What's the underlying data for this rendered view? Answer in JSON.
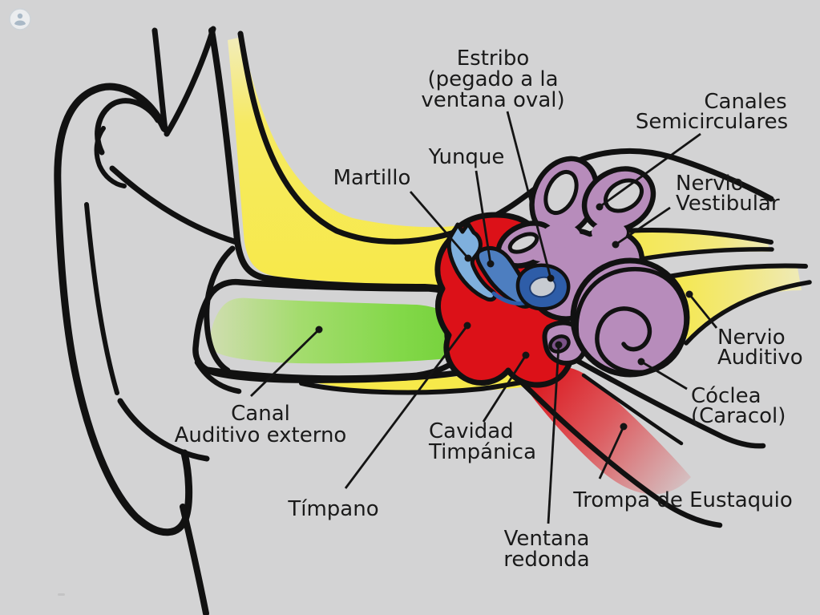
{
  "watermark": {
    "icon": "topdoctors-badge-icon"
  },
  "labels": {
    "estribo": {
      "line1": "Estribo",
      "line2": "(pegado a la",
      "line3": "ventana oval)"
    },
    "canales": {
      "line1": "Canales",
      "line2": "Semicirculares"
    },
    "yunque": {
      "line1": "Yunque"
    },
    "martillo": {
      "line1": "Martillo"
    },
    "nervio_vestibular": {
      "line1": "Nervio",
      "line2": "Vestibular"
    },
    "nervio_auditivo": {
      "line1": "Nervio",
      "line2": "Auditivo"
    },
    "coclea": {
      "line1": "Cóclea",
      "line2": "(Caracol)"
    },
    "canal_auditivo": {
      "line1": "Canal",
      "line2": "Auditivo externo"
    },
    "timpano": {
      "line1": "Tímpano"
    },
    "cavidad": {
      "line1": "Cavidad",
      "line2": "Timpánica"
    },
    "ventana_redonda": {
      "line1": "Ventana",
      "line2": "redonda"
    },
    "trompa": {
      "line1": "Trompa de Eustaquio"
    }
  },
  "colors": {
    "background": "#d3d3d4",
    "outline": "#111111",
    "bone_yellow": "#f7e94a",
    "bone_yellow_pale": "#f2ecba",
    "canal_green": "#7ed23f",
    "canal_green_pale": "#d0ddb0",
    "tympanum_green": "#4c9415",
    "cavity_red": "#dc1118",
    "malleus_blue": "#7fb0dd",
    "incus_blue": "#4d7ec0",
    "stapes_blue": "#2e5da8",
    "inner_ear_purple": "#b78cbb",
    "round_window_purple": "#7b5287",
    "nerve_yellow": "#f6e83f",
    "label_text": "#1a1a1a"
  }
}
